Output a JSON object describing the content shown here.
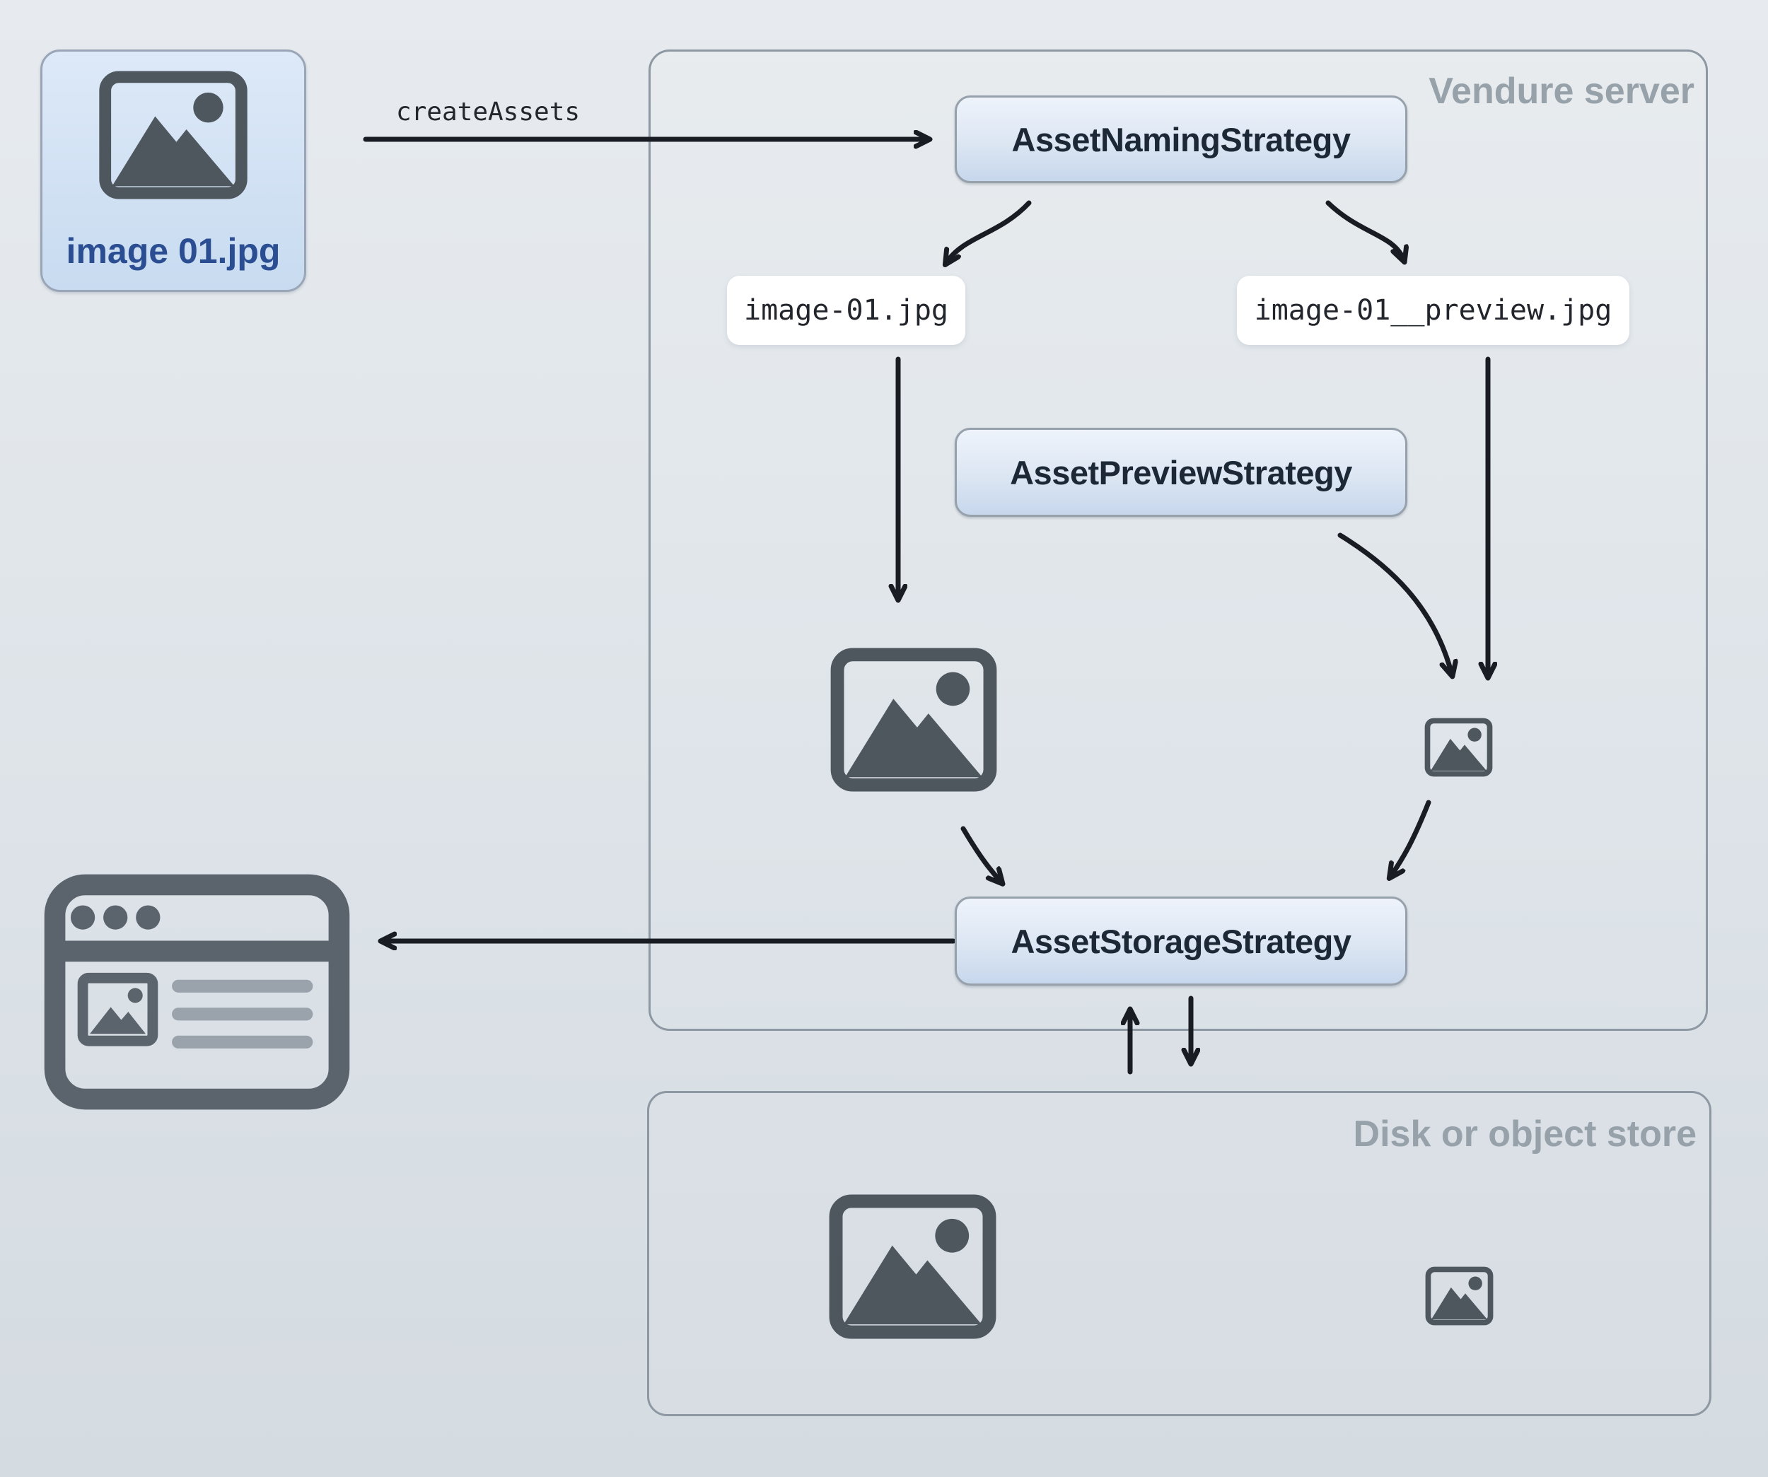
{
  "source_asset": {
    "filename": "image 01.jpg"
  },
  "create_assets": {
    "label": "createAssets"
  },
  "vendure_server": {
    "label": "Vendure server",
    "naming_strategy": "AssetNamingStrategy",
    "preview_strategy": "AssetPreviewStrategy",
    "storage_strategy": "AssetStorageStrategy",
    "source_file": "image-01.jpg",
    "preview_file": "image-01__preview.jpg"
  },
  "disk_store": {
    "label": "Disk or object store"
  },
  "colors": {
    "background_top": "#e7ebef",
    "background_bottom": "#d4dbe1",
    "container_border": "#8d98a2",
    "zone_label": "#97a1aa",
    "node_border": "#96a1ac",
    "node_gradient_top": "#eef3fb",
    "node_gradient_bottom": "#c7d7ec",
    "node_text": "#1d2836",
    "source_box_gradient_top": "#dde9f8",
    "source_box_gradient_bottom": "#c8dbf0",
    "source_box_border": "#9aa6b8",
    "source_box_text": "#2b4d92",
    "file_label_bg": "#ffffff",
    "file_label_text": "#22262c",
    "icon": "#4e565e",
    "icon_lines": "#9aa3ab",
    "arrow": "#191d23"
  }
}
